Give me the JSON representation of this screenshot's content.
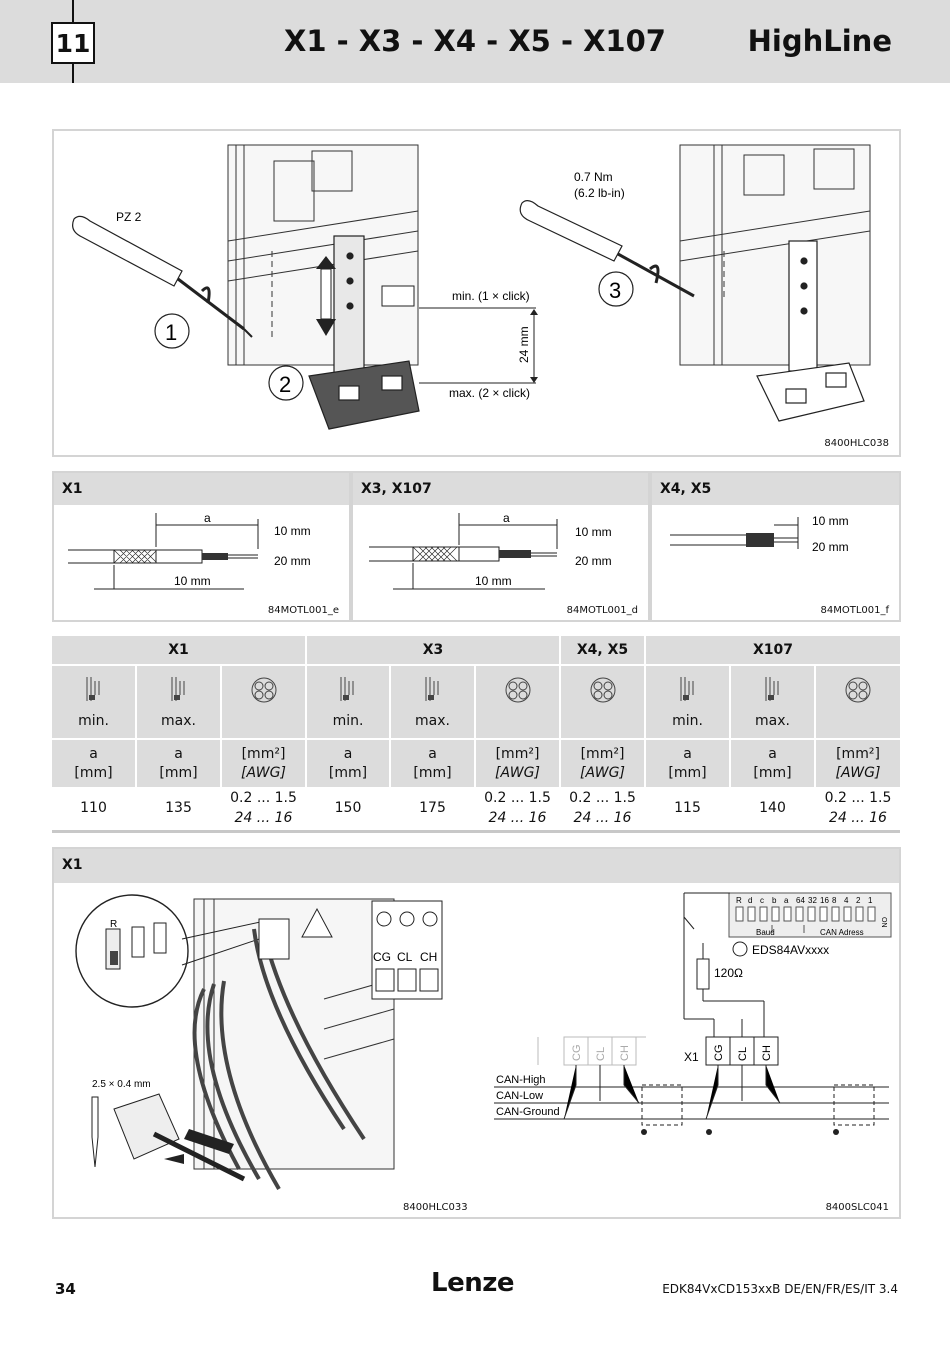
{
  "header": {
    "chapter": "11",
    "title": "X1 - X3 - X4 - X5 - X107",
    "product_line": "HighLine"
  },
  "mounting_figure": {
    "tool_label": "PZ 2",
    "torque": "0.7 Nm",
    "torque_imperial": "(6.2 lb-in)",
    "steps": [
      "1",
      "2",
      "3"
    ],
    "min_label": "min. (1 × click)",
    "max_label": "max. (2 × click)",
    "range_label": "24 mm",
    "figure_code": "8400HLC038"
  },
  "stripping": {
    "panels": [
      {
        "title": "X1",
        "a_label": "a",
        "dim1": "10 mm",
        "dim2": "20 mm",
        "dim3": "10 mm",
        "code": "84MOTL001_e"
      },
      {
        "title": "X3, X107",
        "a_label": "a",
        "dim1": "10 mm",
        "dim2": "20 mm",
        "dim3": "10 mm",
        "code": "84MOTL001_d"
      },
      {
        "title": "X4, X5",
        "dim1": "10 mm",
        "dim2": "20 mm",
        "code": "84MOTL001_f"
      }
    ]
  },
  "table": {
    "groups": [
      "X1",
      "X3",
      "X4, X5",
      "X107"
    ],
    "min_label": "min.",
    "max_label": "max.",
    "unit_a": "a",
    "unit_mm": "[mm]",
    "unit_mm2": "[mm²]",
    "unit_awg": "[AWG]",
    "values": {
      "x1_min": "110",
      "x1_max": "135",
      "x1_cs": "0.2 ... 1.5",
      "x1_awg": "24 ... 16",
      "x3_min": "150",
      "x3_max": "175",
      "x3_cs": "0.2 ... 1.5",
      "x3_awg": "24 ... 16",
      "x45_cs": "0.2 ... 1.5",
      "x45_awg": "24 ... 16",
      "x107_min": "115",
      "x107_max": "140",
      "x107_cs": "0.2 ... 1.5",
      "x107_awg": "24 ... 16"
    }
  },
  "x1_section": {
    "title": "X1",
    "terminal_labels": [
      "CG",
      "CL",
      "CH"
    ],
    "switch_label": "R",
    "screwdriver_size": "2.5 × 0.4 mm",
    "left_code": "8400HLC033",
    "dip_labels": [
      "R",
      "d",
      "c",
      "b",
      "a",
      "64",
      "32",
      "16",
      "8",
      "4",
      "2",
      "1"
    ],
    "on_label": "ON",
    "baud_label": "Baud",
    "can_address_label": "CAN Adress",
    "module_label": "EDS84AVxxxx",
    "resistor_label": "120Ω",
    "connector_label": "X1",
    "bus_labels": [
      "CAN-High",
      "CAN-Low",
      "CAN-Ground"
    ],
    "right_code": "8400SLC041"
  },
  "footer": {
    "page": "34",
    "brand": "Lenze",
    "doc_ref": "EDK84VxCD153xxB  DE/EN/FR/ES/IT  3.4"
  }
}
